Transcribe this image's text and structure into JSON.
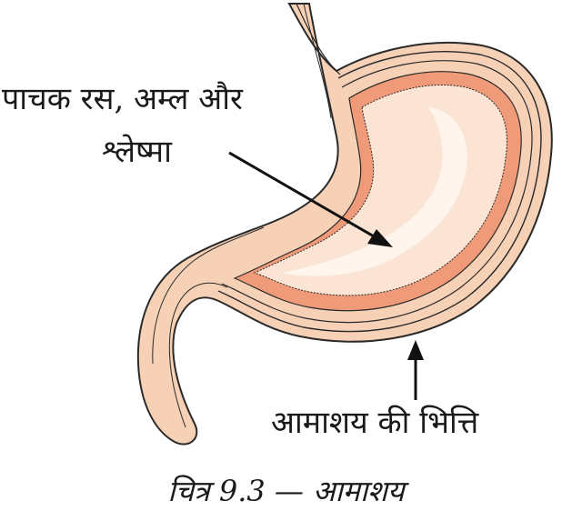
{
  "labels": {
    "juices_line1": "पाचक रस, अम्ल और",
    "juices_line2": "श्लेष्मा",
    "wall": "आमाशय की भित्ति"
  },
  "caption": "चित्र 9.3 — आमाशय",
  "colors": {
    "outer_wall": "#f6d1b6",
    "mucosa_layer": "#ef9a78",
    "inner_lumen": "#fbe4d3",
    "highlight": "#fff6ee",
    "outline": "#2a2a2a",
    "arrow": "#111111"
  }
}
